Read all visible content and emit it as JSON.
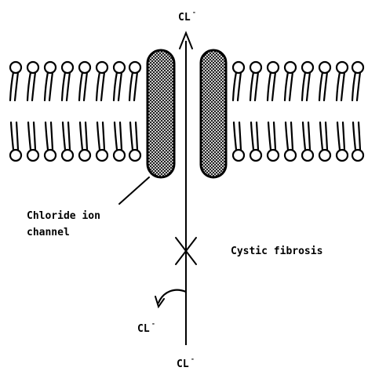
{
  "labels": {
    "ion_top": "CL",
    "ion_bottom": "CL",
    "ion_side": "CL",
    "charge": "-",
    "channel_line1": "Chloride ion",
    "channel_line2": "channel",
    "disease": "Cystic fibrosis"
  },
  "colors": {
    "ink": "#000000",
    "background": "#ffffff"
  }
}
